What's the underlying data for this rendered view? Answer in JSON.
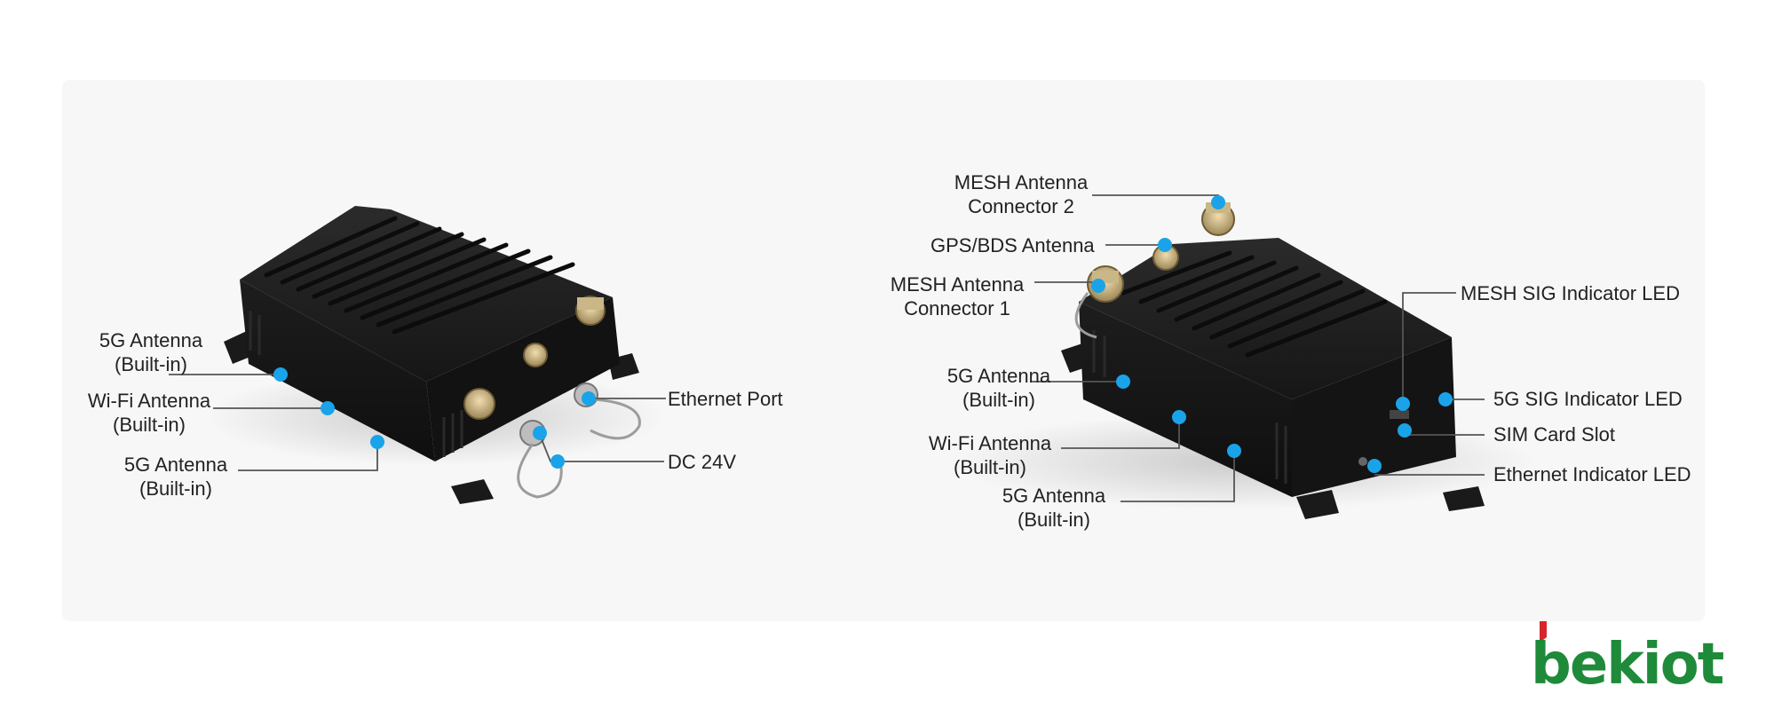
{
  "labels": {
    "left_5g_top_1": "5G Antenna",
    "left_5g_top_2": "(Built-in)",
    "left_wifi_1": "Wi-Fi Antenna",
    "left_wifi_2": "(Built-in)",
    "left_5g_bottom_1": "5G Antenna",
    "left_5g_bottom_2": "(Built-in)",
    "ethernet_port": "Ethernet Port",
    "dc": "DC 24V",
    "mesh2_1": "MESH Antenna",
    "mesh2_2": "Connector 2",
    "gps": "GPS/BDS Antenna",
    "mesh1_1": "MESH Antenna",
    "mesh1_2": "Connector 1",
    "right_5g_top_1": "5G Antenna",
    "right_5g_top_2": "(Built-in)",
    "right_wifi_1": "Wi-Fi Antenna",
    "right_wifi_2": "(Built-in)",
    "right_5g_bottom_1": "5G Antenna",
    "right_5g_bottom_2": "(Built-in)",
    "mesh_sig_led": "MESH SIG Indicator LED",
    "sig5g_led": "5G SIG Indicator LED",
    "sim_slot": "SIM Card Slot",
    "ethernet_led": "Ethernet Indicator LED"
  },
  "logo": {
    "text": "bekiot",
    "color_green": "#1e8a3a",
    "color_red": "#d6262b"
  },
  "colors": {
    "callout_dot": "#1aa3e8",
    "leader_line": "#555555",
    "device_body": "#1b1b1b"
  }
}
